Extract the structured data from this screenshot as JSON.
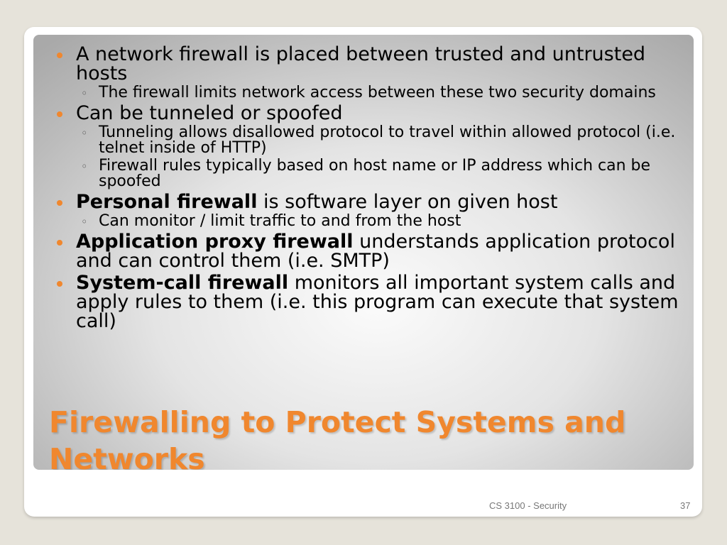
{
  "slide": {
    "title": "Firewalling to Protect Systems and Networks",
    "bullets": [
      {
        "bold": "",
        "text": "A network firewall is placed between trusted and untrusted hosts",
        "sub": [
          "The firewall limits network access between these two security domains"
        ]
      },
      {
        "bold": "",
        "text": "Can be tunneled or spoofed",
        "sub": [
          "Tunneling allows disallowed protocol to travel within allowed protocol (i.e. telnet inside of HTTP)",
          "Firewall rules typically based on host name or IP address which can be spoofed"
        ]
      },
      {
        "bold": "Personal firewall",
        "text": " is software layer on given host",
        "sub": [
          "Can monitor / limit traffic to and from the host"
        ]
      },
      {
        "bold": "Application proxy firewall",
        "text": " understands application protocol and can control them (i.e. SMTP)",
        "sub": []
      },
      {
        "bold": "System-call firewall",
        "text": " monitors all important system calls and apply rules to them (i.e. this program can execute that system call)",
        "sub": []
      }
    ],
    "sub_marker": "◦"
  },
  "footer": {
    "course": "CS 3100 - Security",
    "page_number": "37"
  },
  "colors": {
    "accent": "#f0872e",
    "background": "#e6e3da"
  }
}
